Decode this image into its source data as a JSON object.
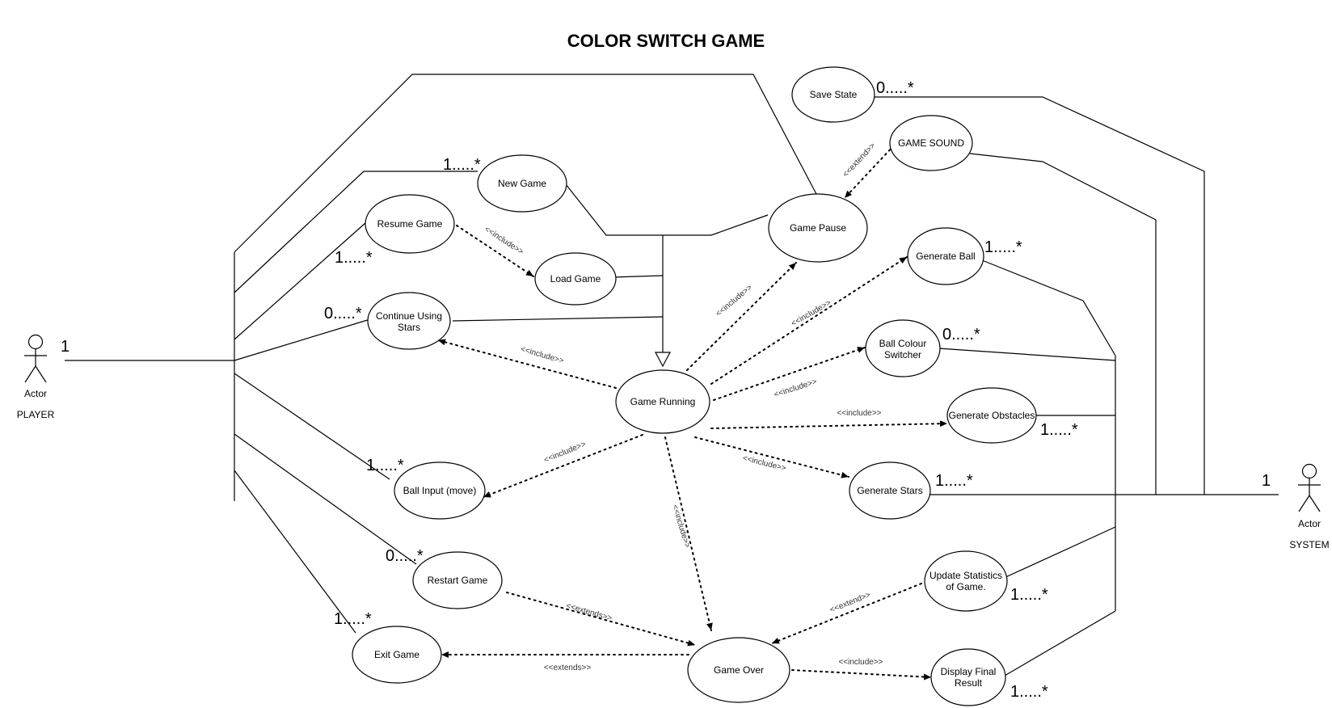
{
  "title": "COLOR SWITCH GAME",
  "actors": {
    "player": {
      "caption": "Actor",
      "name": "PLAYER",
      "multiplicity": "1"
    },
    "system": {
      "caption": "Actor",
      "name": "SYSTEM",
      "multiplicity": "1"
    }
  },
  "use_cases": {
    "new_game": [
      "New Game"
    ],
    "resume_game": [
      "Resume Game"
    ],
    "load_game": [
      "Load Game"
    ],
    "continue_stars": [
      "Continue Using",
      "Stars"
    ],
    "game_running": [
      "Game Running"
    ],
    "game_pause": [
      "Game Pause"
    ],
    "save_state": [
      "Save State"
    ],
    "game_sound": [
      "GAME SOUND"
    ],
    "generate_ball": [
      "Generate Ball"
    ],
    "ball_colour": [
      "Ball Colour",
      "Switcher"
    ],
    "generate_obstacles": [
      "Generate Obstacles"
    ],
    "generate_stars": [
      "Generate Stars"
    ],
    "ball_input": [
      "Ball Input (move)"
    ],
    "restart_game": [
      "Restart Game"
    ],
    "exit_game": [
      "Exit Game"
    ],
    "game_over": [
      "Game Over"
    ],
    "update_stats": [
      "Update Statistics",
      "of Game."
    ],
    "display_result": [
      "Display Final",
      "Result"
    ]
  },
  "multiplicities": {
    "new_game": "1.....*",
    "resume_game": "1.....*",
    "continue_stars": "0.....*",
    "ball_input": "1.....*",
    "restart_game": "0.....*",
    "exit_game": "1.....*",
    "save_state": "0.....*",
    "generate_ball": "1.....*",
    "ball_colour": "0.....*",
    "generate_obstacles": "1.....*",
    "generate_stars": "1.....*",
    "update_stats": "1.....*",
    "display_result": "1.....*"
  },
  "stereotypes": {
    "include": "<<include>>",
    "extend": "<<extend>>",
    "extends": "<<extends>>"
  }
}
